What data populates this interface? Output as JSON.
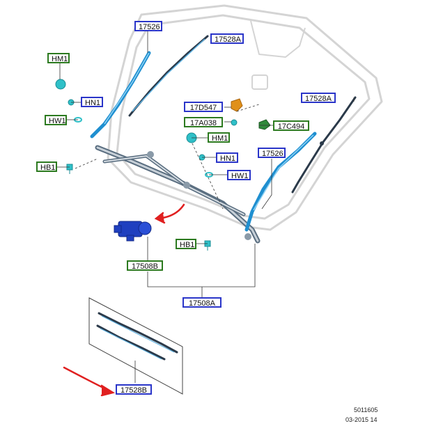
{
  "callouts": {
    "c17526_top": "17526",
    "c17528a_top": "17528A",
    "c17528a_right": "17528A",
    "c17526_right": "17526",
    "chm1_left": "HM1",
    "chn1_left": "HN1",
    "chw1_left": "HW1",
    "chb1_left": "HB1",
    "c17d547": "17D547",
    "c17a038": "17A038",
    "c17c494": "17C494",
    "chm1_mid": "HM1",
    "chn1_mid": "HN1",
    "chw1_mid": "HW1",
    "chb1_mid": "HB1",
    "c17508b": "17508B",
    "c17508a": "17508A",
    "c17528b": "17528B"
  },
  "footer": {
    "doc_number": "5011605",
    "doc_date": "03-2015 14"
  },
  "colors": {
    "blue_callout": "#2a35c9",
    "green_callout": "#2c7a1f",
    "wiper_arm": "#1f8fd0",
    "wiper_blade": "#2b3a4a",
    "motor": "#1f3fbf",
    "red_arrow": "#e02020",
    "fastener": "#2fc0c8",
    "sensor_orange": "#e0901a",
    "sensor_green": "#2f8a3a"
  },
  "icons": {
    "motor": "wiper-motor-icon",
    "arrow": "red-arrow-icon"
  }
}
